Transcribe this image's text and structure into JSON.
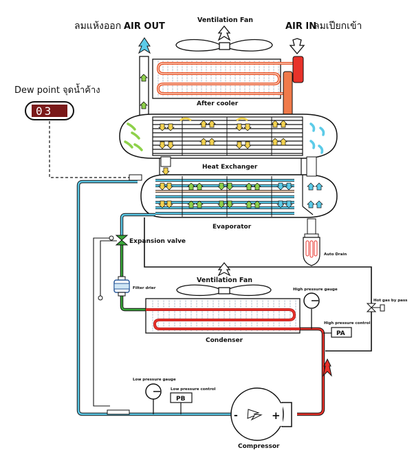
{
  "title_labels": {
    "air_out_thai": "ลมแห้งออก",
    "air_out": "AIR OUT",
    "air_in": "AIR IN",
    "air_in_thai": "ลมเปียกเข้า",
    "top_fan": "Ventilation Fan",
    "dew_point": "Dew point จุดน้ำค้าง",
    "dew_point_value": "03"
  },
  "components": {
    "after_cooler": "After cooler",
    "heat_exchanger": "Heat Exchanger",
    "evaporator": "Evaporator",
    "auto_drain": "Auto Drain",
    "expansion_valve": "Expansion valve",
    "filter_drier": "Filter drier",
    "bottom_fan": "Ventilation Fan",
    "high_pressure_gauge": "High pressure gauge",
    "hot_gas_bypass": "Hot gas by pass",
    "high_pressure_control": "High pressure control",
    "pa": "PA",
    "condenser": "Condenser",
    "low_pressure_gauge": "Low pressure gauge",
    "low_pressure_control": "Low pressure control",
    "pb": "PB",
    "compressor": "Compressor",
    "minus": "-",
    "plus": "+"
  },
  "colors": {
    "hot_refrigerant": "#e8322a",
    "cold_refrigerant": "#5bc8e6",
    "liquid_line": "#3aa83a",
    "hot_air": "#f07a4a",
    "warm_arrow": "#f3d250",
    "green_arrow": "#8ed14a",
    "cyan_arrow": "#5ccbe8",
    "display_bg": "#7a1a1a"
  }
}
